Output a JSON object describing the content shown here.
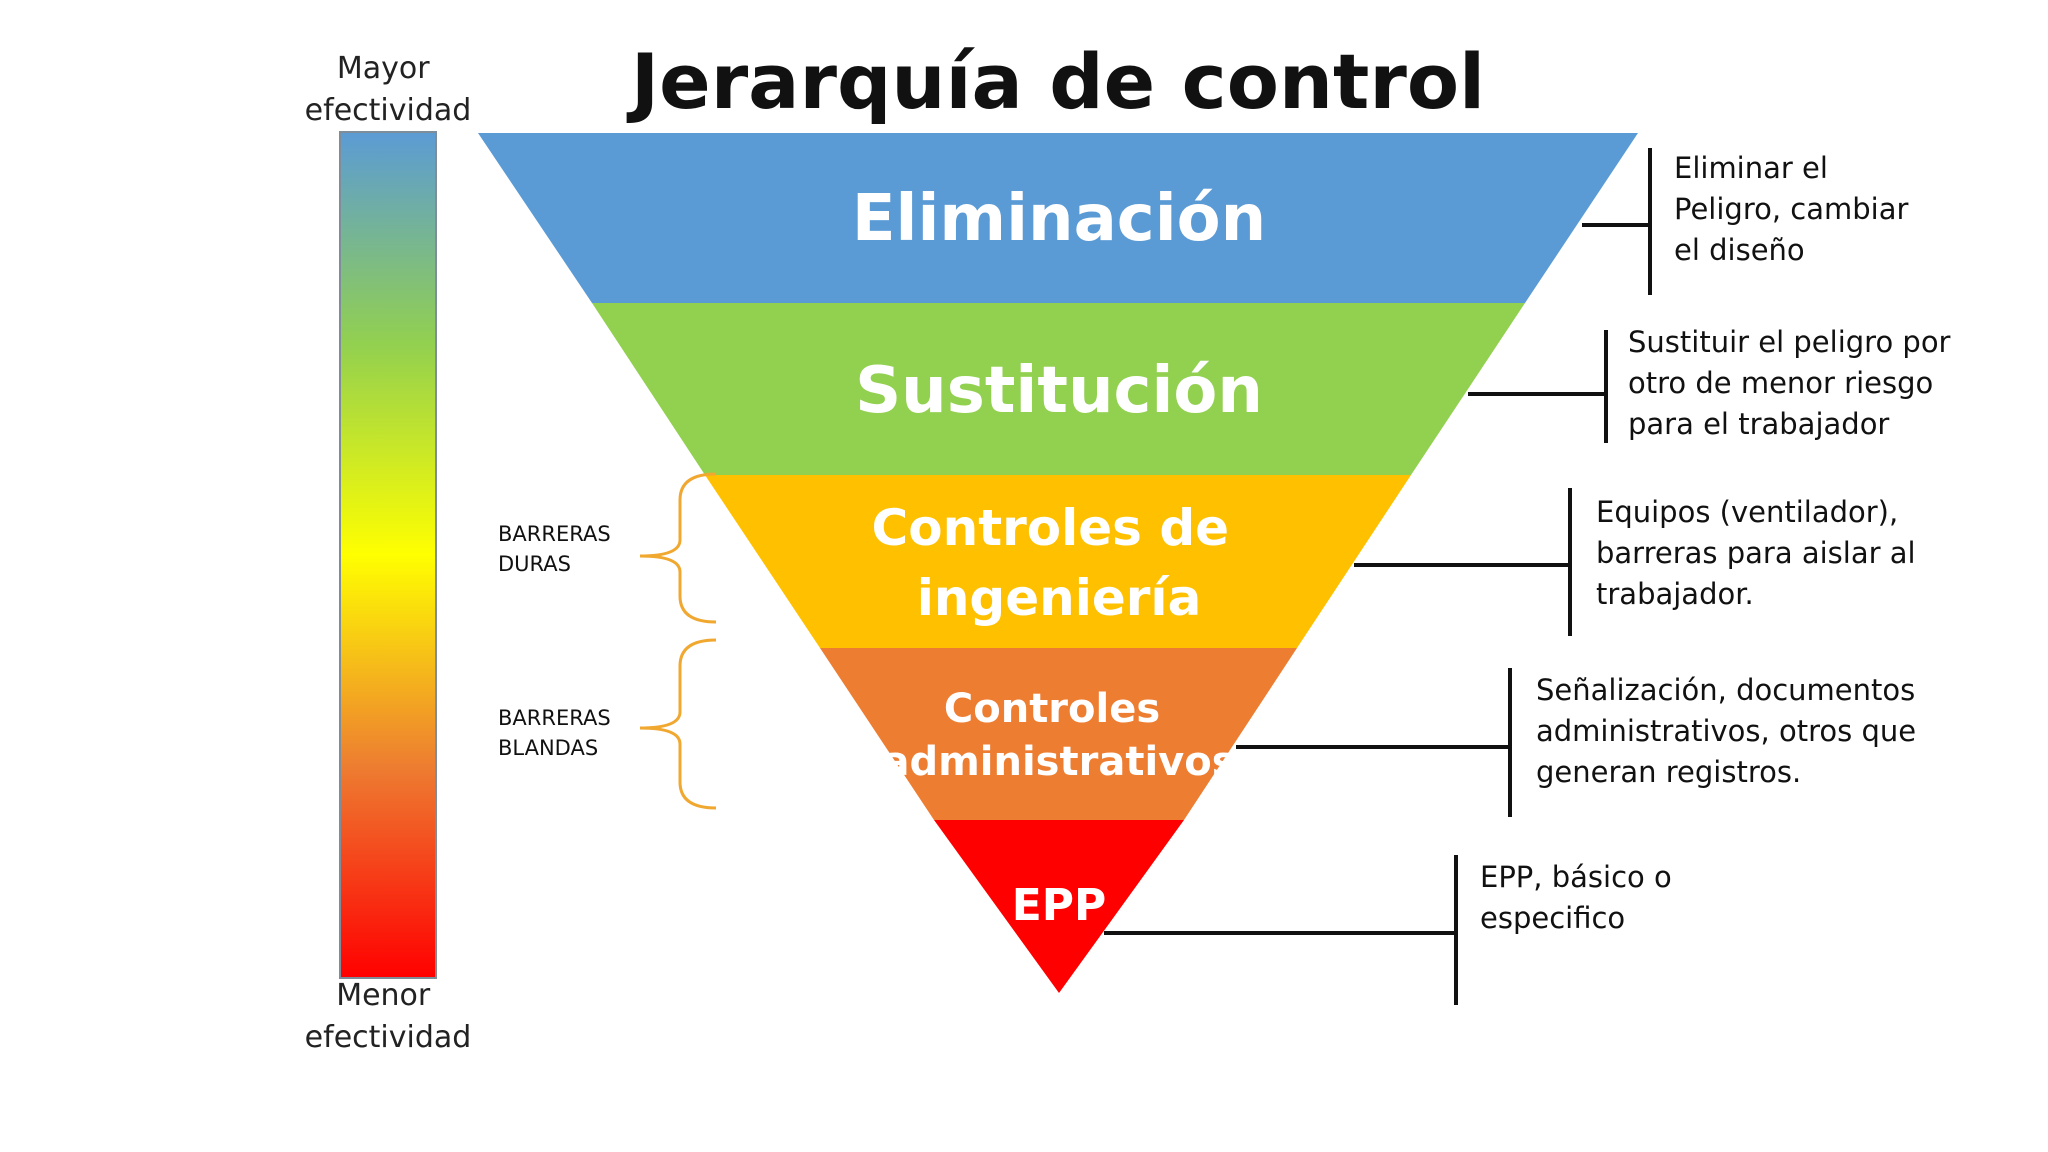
{
  "title": "Jerarquía de control",
  "scale": {
    "top_label": [
      "Mayor",
      "efectividad"
    ],
    "bottom_label": [
      "Menor",
      "efectividad"
    ],
    "gradient_colors": [
      "#5b9bd5",
      "#92d050",
      "#ffff00",
      "#ed7d31",
      "#ff0000"
    ]
  },
  "levels": [
    {
      "id": "eliminacion",
      "label": [
        "Eliminación"
      ],
      "color": "#5b9bd5",
      "description": [
        "Eliminar el",
        "Peligro, cambiar",
        "el diseño"
      ]
    },
    {
      "id": "sustitucion",
      "label": [
        "Sustitución"
      ],
      "color": "#92d050",
      "description": [
        "Sustituir el peligro por",
        "otro de menor riesgo",
        "para el trabajador"
      ]
    },
    {
      "id": "ingenieria",
      "label": [
        "Controles de",
        "ingeniería"
      ],
      "color": "#ffc000",
      "description": [
        "Equipos (ventilador),",
        "barreras para aislar al",
        "trabajador."
      ]
    },
    {
      "id": "administrativos",
      "label": [
        "Controles",
        "administrativos"
      ],
      "color": "#ed7d31",
      "description": [
        "Señalización, documentos",
        "administrativos, otros que",
        "generan registros."
      ]
    },
    {
      "id": "epp",
      "label": [
        "EPP"
      ],
      "color": "#ff0000",
      "description": [
        "EPP, básico o",
        "especifico"
      ]
    }
  ],
  "barriers": [
    {
      "id": "duras",
      "label": [
        "BARRERAS",
        "DURAS"
      ],
      "brace_color": "#f0a830"
    },
    {
      "id": "blandas",
      "label": [
        "BARRERAS",
        "BLANDAS"
      ],
      "brace_color": "#f0a830"
    }
  ]
}
